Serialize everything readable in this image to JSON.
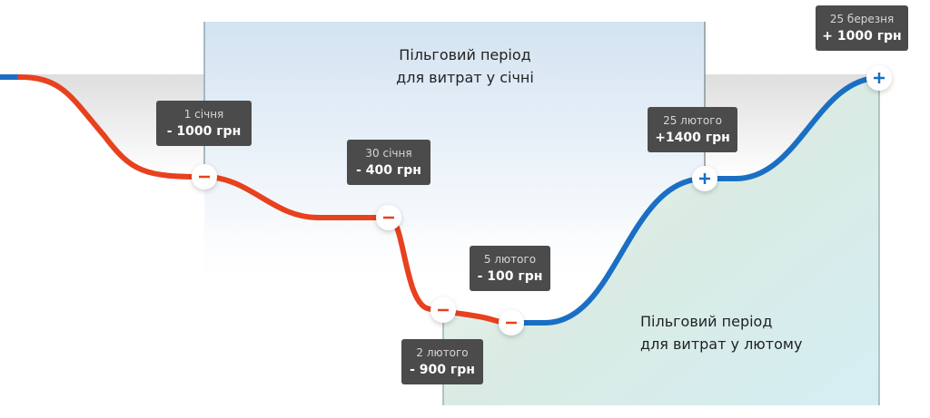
{
  "periods": [
    {
      "line1": "Пільговий період",
      "line2": "для витрат у січні"
    },
    {
      "line1": "Пільговий період",
      "line2": "для витрат у лютому"
    }
  ],
  "events": [
    {
      "date": "1 січня",
      "amount": "- 1000 грн",
      "type": "minus",
      "symbol": "−"
    },
    {
      "date": "30 січня",
      "amount": "- 400 грн",
      "type": "minus",
      "symbol": "−"
    },
    {
      "date": "2 лютого",
      "amount": "- 900 грн",
      "type": "minus",
      "symbol": "−"
    },
    {
      "date": "5 лютого",
      "amount": "- 100 грн",
      "type": "minus",
      "symbol": "−"
    },
    {
      "date": "25 лютого",
      "amount": "+1400 грн",
      "type": "plus",
      "symbol": "+"
    },
    {
      "date": "25 березня",
      "amount": "+ 1000 грн",
      "type": "plus",
      "symbol": "+"
    }
  ],
  "colors": {
    "spend": "#e8411d",
    "income": "#1a6fc4",
    "label_bg": "#4b4b4b"
  }
}
